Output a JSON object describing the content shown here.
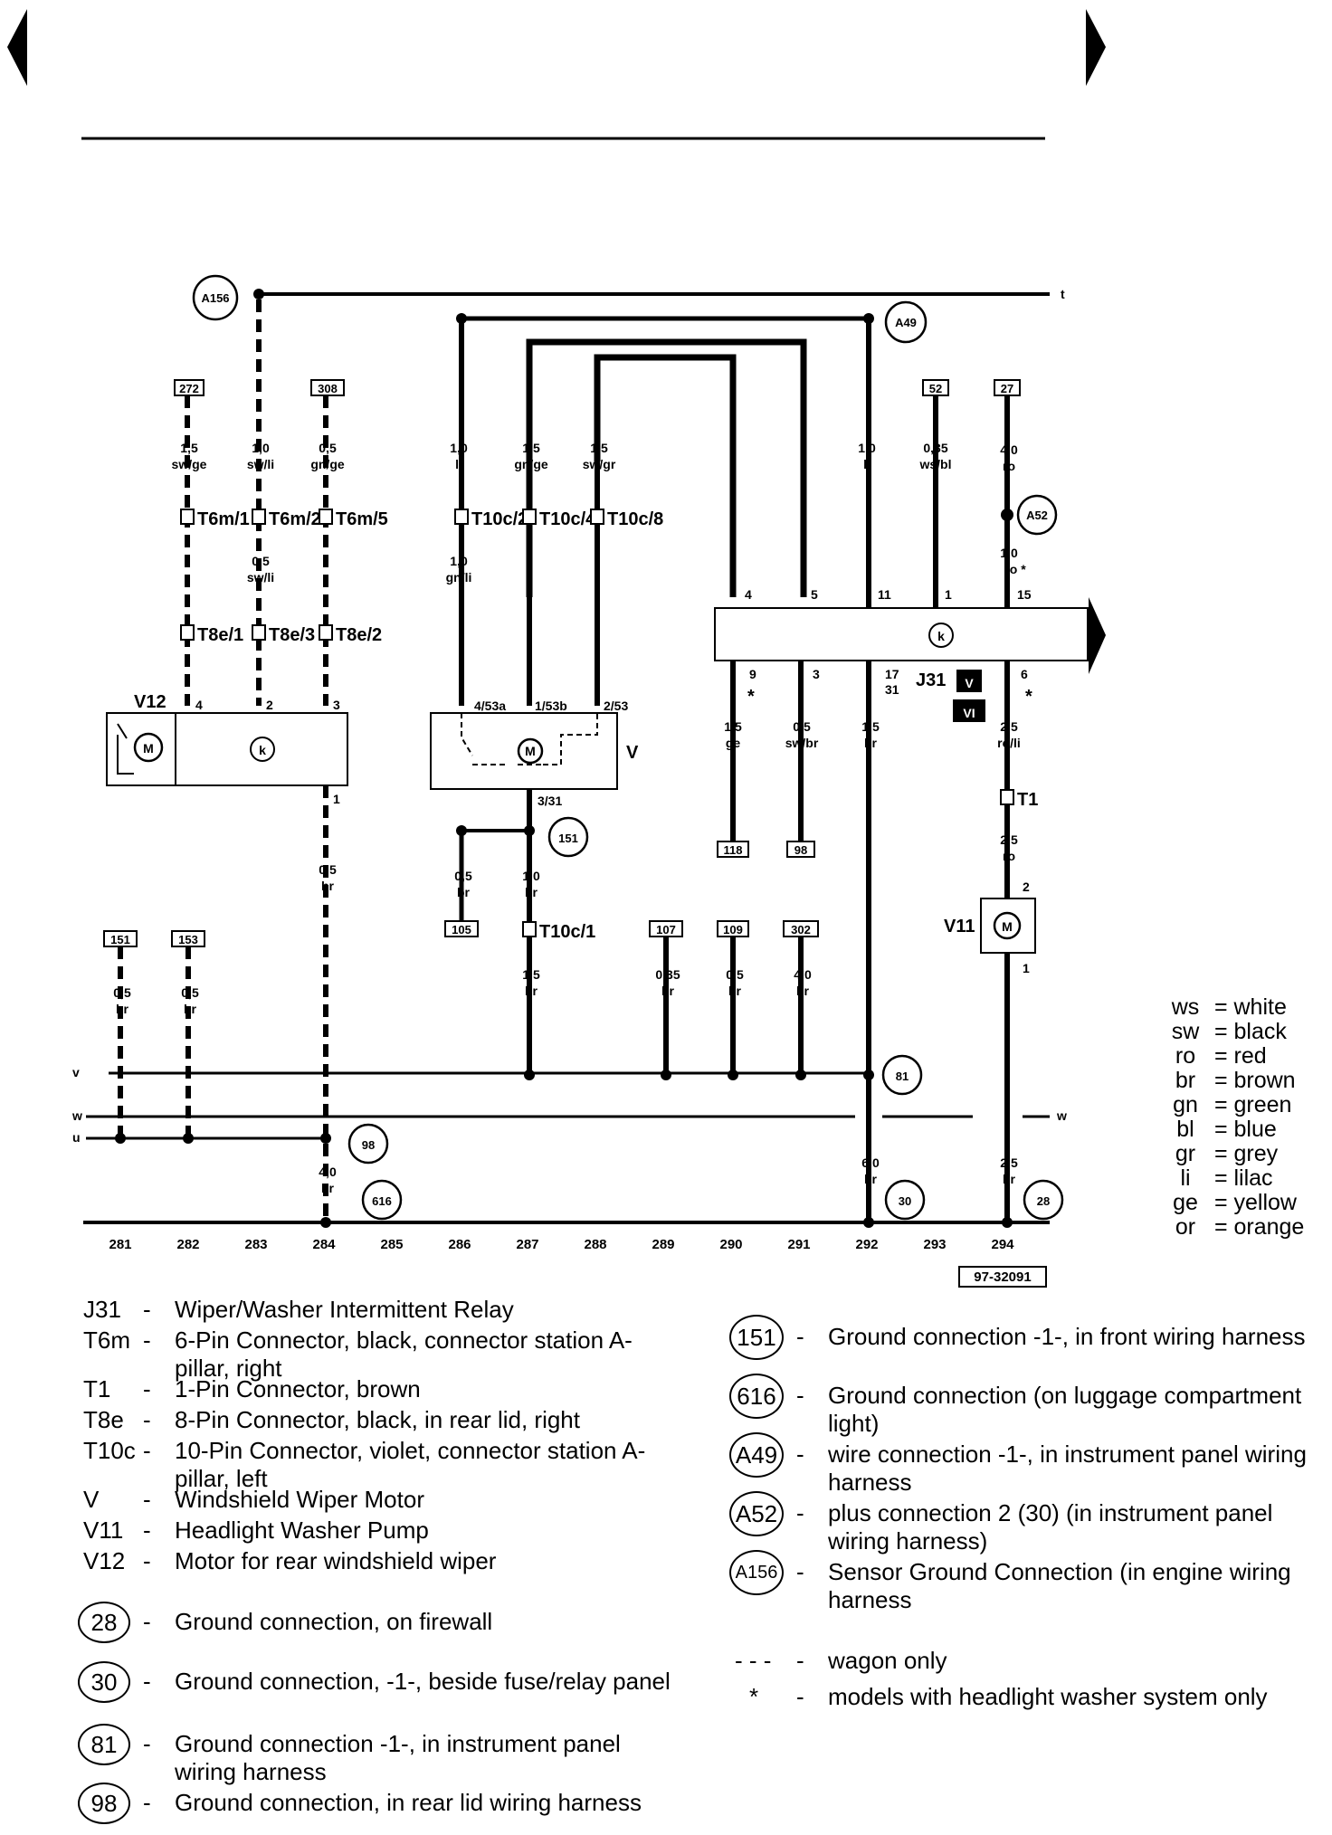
{
  "document_id": "97-32091",
  "wire_labels": {
    "t": "t",
    "v": "v",
    "w": "w",
    "u": "u"
  },
  "ref_boxes": [
    "272",
    "308",
    "52",
    "27",
    "118",
    "98",
    "105",
    "107",
    "109",
    "302",
    "151",
    "153"
  ],
  "ground_circles": [
    "A156",
    "A49",
    "A52",
    "151",
    "81",
    "98",
    "616",
    "30",
    "28"
  ],
  "wires": [
    {
      "size": "1,5",
      "color": "sw/ge"
    },
    {
      "size": "1,0",
      "color": "sw/li"
    },
    {
      "size": "0,5",
      "color": "gn/ge"
    },
    {
      "size": "0,5",
      "color": "sw/li"
    },
    {
      "size": "1,0",
      "color": "li"
    },
    {
      "size": "1,5",
      "color": "gn/ge"
    },
    {
      "size": "1,5",
      "color": "sw/gr"
    },
    {
      "size": "1,0",
      "color": "gn/li"
    },
    {
      "size": "1,0",
      "color": "li"
    },
    {
      "size": "0,35",
      "color": "ws/bl"
    },
    {
      "size": "4,0",
      "color": "ro"
    },
    {
      "size": "1,0",
      "color": "ro *"
    },
    {
      "size": "1,5",
      "color": "ge"
    },
    {
      "size": "0,5",
      "color": "sw/br"
    },
    {
      "size": "1,5",
      "color": "br"
    },
    {
      "size": "2,5",
      "color": "ro/li"
    },
    {
      "size": "2,5",
      "color": "ro"
    },
    {
      "size": "0,5",
      "color": "br"
    },
    {
      "size": "0,5",
      "color": "br"
    },
    {
      "size": "1,0",
      "color": "br"
    },
    {
      "size": "1,5",
      "color": "br"
    },
    {
      "size": "0,35",
      "color": "br"
    },
    {
      "size": "0,5",
      "color": "br"
    },
    {
      "size": "4,0",
      "color": "br"
    },
    {
      "size": "0,5",
      "color": "br"
    },
    {
      "size": "0,5",
      "color": "br"
    },
    {
      "size": "4,0",
      "color": "br"
    },
    {
      "size": "6,0",
      "color": "br"
    },
    {
      "size": "2,5",
      "color": "br"
    }
  ],
  "connectors": [
    "T6m/1",
    "T6m/2",
    "T6m/5",
    "T8e/1",
    "T8e/3",
    "T8e/2",
    "T10c/2",
    "T10c/4",
    "T10c/8",
    "T10c/1",
    "T1"
  ],
  "components": {
    "V12": "V12",
    "V": "V",
    "V11": "V11",
    "J31": "J31",
    "relay_V": "V",
    "relay_VI": "VI",
    "k": "k",
    "M": "M"
  },
  "pins": {
    "v12": [
      "4",
      "2",
      "3",
      "1"
    ],
    "v": [
      "4/53a",
      "1/53b",
      "2/53",
      "3/31"
    ],
    "j31_top": [
      "4",
      "5",
      "11",
      "1",
      "15"
    ],
    "j31_bottom": [
      "9",
      "3",
      "17",
      "31",
      "6"
    ],
    "v11": [
      "2",
      "1"
    ]
  },
  "tracks": [
    "281",
    "282",
    "283",
    "284",
    "285",
    "286",
    "287",
    "288",
    "289",
    "290",
    "291",
    "292",
    "293",
    "294"
  ],
  "color_codes": [
    {
      "code": "ws",
      "name": "white"
    },
    {
      "code": "sw",
      "name": "black"
    },
    {
      "code": "ro",
      "name": "red"
    },
    {
      "code": "br",
      "name": "brown"
    },
    {
      "code": "gn",
      "name": "green"
    },
    {
      "code": "bl",
      "name": "blue"
    },
    {
      "code": "gr",
      "name": "grey"
    },
    {
      "code": "li",
      "name": "lilac"
    },
    {
      "code": "ge",
      "name": "yellow"
    },
    {
      "code": "or",
      "name": "orange"
    }
  ],
  "legend_left": [
    {
      "code": "J31",
      "desc": "Wiper/Washer Intermittent Relay"
    },
    {
      "code": "T6m",
      "desc": "6-Pin Connector, black, connector station A-pillar, right"
    },
    {
      "code": "T1",
      "desc": "1-Pin Connector, brown"
    },
    {
      "code": "T8e",
      "desc": "8-Pin Connector, black, in rear lid, right"
    },
    {
      "code": "T10c",
      "desc": "10-Pin Connector, violet, connector station A-pillar, left"
    },
    {
      "code": "V",
      "desc": "Windshield Wiper Motor"
    },
    {
      "code": "V11",
      "desc": "Headlight Washer Pump"
    },
    {
      "code": "V12",
      "desc": "Motor for rear windshield wiper"
    }
  ],
  "legend_grounds_left": [
    {
      "code": "28",
      "desc": "Ground connection, on firewall"
    },
    {
      "code": "30",
      "desc": "Ground connection, -1-, beside fuse/relay panel"
    },
    {
      "code": "81",
      "desc": "Ground connection -1-, in instrument panel wiring harness"
    },
    {
      "code": "98",
      "desc": "Ground connection, in rear lid wiring harness"
    }
  ],
  "legend_right": [
    {
      "code": "151",
      "desc": "Ground connection -1-, in front wiring harness"
    },
    {
      "code": "616",
      "desc": "Ground connection (on luggage compartment light)"
    },
    {
      "code": "A49",
      "desc": "wire connection -1-, in instrument panel wiring harness"
    },
    {
      "code": "A52",
      "desc": "plus connection 2 (30) (in instrument panel wiring harness)"
    },
    {
      "code": "A156",
      "desc": "Sensor Ground Connection (in engine wiring harness"
    }
  ],
  "legend_symbols": [
    {
      "symbol": "- - -",
      "desc": "wagon only"
    },
    {
      "symbol": "*",
      "desc": "models with headlight washer system only"
    }
  ],
  "dash": "-",
  "star": "*"
}
